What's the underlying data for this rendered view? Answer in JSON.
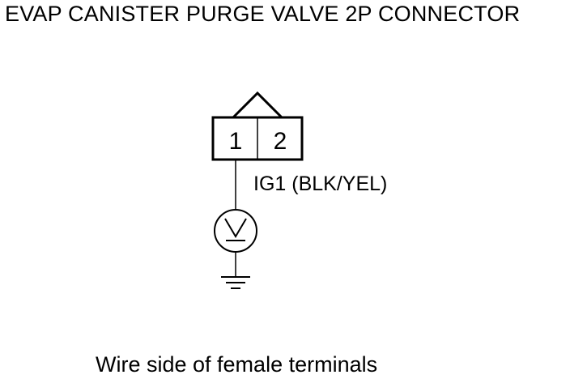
{
  "title": "EVAP CANISTER PURGE VALVE 2P CONNECTOR",
  "connector": {
    "terminals": [
      "1",
      "2"
    ]
  },
  "wire": {
    "label": "IG1 (BLK/YEL)"
  },
  "meter": {
    "symbol": "V"
  },
  "caption": "Wire side of female terminals",
  "colors": {
    "ink": "#000000",
    "background": "#ffffff"
  }
}
